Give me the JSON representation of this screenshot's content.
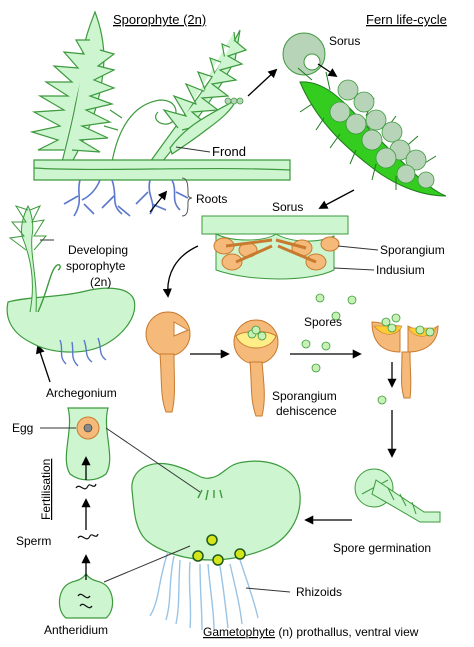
{
  "title_left": "Sporophyte (2n)",
  "title_right": "Fern life-cycle",
  "labels": {
    "sorus_top": "Sorus",
    "frond": "Frond",
    "roots": "Roots",
    "sorus_section": "Sorus",
    "sporangium": "Sporangium",
    "indusium": "Indusium",
    "developing_1": "Developing",
    "developing_2": "sporophyte",
    "developing_3": "(2n)",
    "spores": "Spores",
    "dehiscence_1": "Sporangium",
    "dehiscence_2": "dehiscence",
    "archegonium": "Archegonium",
    "egg": "Egg",
    "fertilisation": "Fertilisation",
    "sperm": "Sperm",
    "spore_germination": "Spore germination",
    "rhizoids": "Rhizoids",
    "antheridium": "Antheridium",
    "gametophyte_word": "Gametophyte",
    "gametophyte_rest": " (n) prothallus, ventral view"
  },
  "colors": {
    "tissue": "#ccf5d0",
    "outline": "#3d9a3d",
    "leaf": "#33cc1f",
    "sorus": "#b8d4b8",
    "sporangium": "#f5b97a",
    "spore": "#c6f0b4",
    "roots": "#5b78cc",
    "rhizoid": "#99c4e6",
    "arrow": "#000000"
  }
}
